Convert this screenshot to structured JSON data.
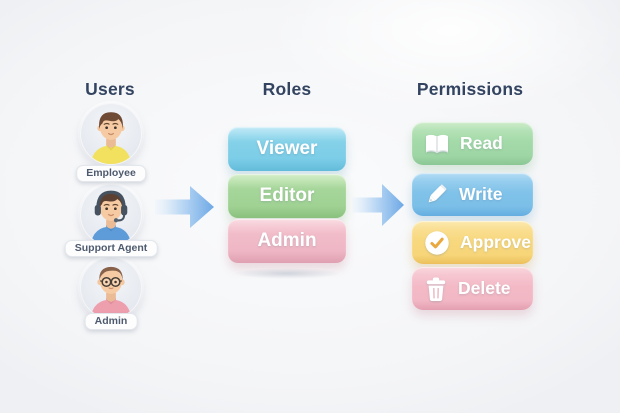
{
  "diagram": {
    "users": {
      "title": "Users",
      "items": [
        {
          "label": "Employee",
          "avatar": "employee-avatar",
          "shirt_color": "#f2e15f"
        },
        {
          "label": "Support Agent",
          "avatar": "support-agent-avatar",
          "shirt_color": "#5e9cd9"
        },
        {
          "label": "Admin",
          "avatar": "admin-avatar",
          "shirt_color": "#ee9fae"
        }
      ]
    },
    "roles": {
      "title": "Roles",
      "items": [
        {
          "label": "Viewer",
          "color": "#7ccde7"
        },
        {
          "label": "Editor",
          "color": "#a0d294"
        },
        {
          "label": "Admin",
          "color": "#efb7c5"
        }
      ]
    },
    "permissions": {
      "title": "Permissions",
      "items": [
        {
          "label": "Read",
          "icon": "book-icon",
          "color": "#9fd6a5"
        },
        {
          "label": "Write",
          "icon": "pencil-icon",
          "color": "#7bbfe8"
        },
        {
          "label": "Approve",
          "icon": "check-circle-icon",
          "color": "#f7d67a"
        },
        {
          "label": "Delete",
          "icon": "trash-icon",
          "color": "#f2b7c4"
        }
      ]
    },
    "arrows": [
      {
        "name": "users-to-roles",
        "icon": "arrow-right-icon",
        "color": "#74ace7"
      },
      {
        "name": "roles-to-permissions",
        "icon": "arrow-right-icon",
        "color": "#74ace7"
      }
    ],
    "colors": {
      "background": "#f4f5f7",
      "heading_text": "#334461",
      "check_mark": "#eaa93f"
    }
  }
}
